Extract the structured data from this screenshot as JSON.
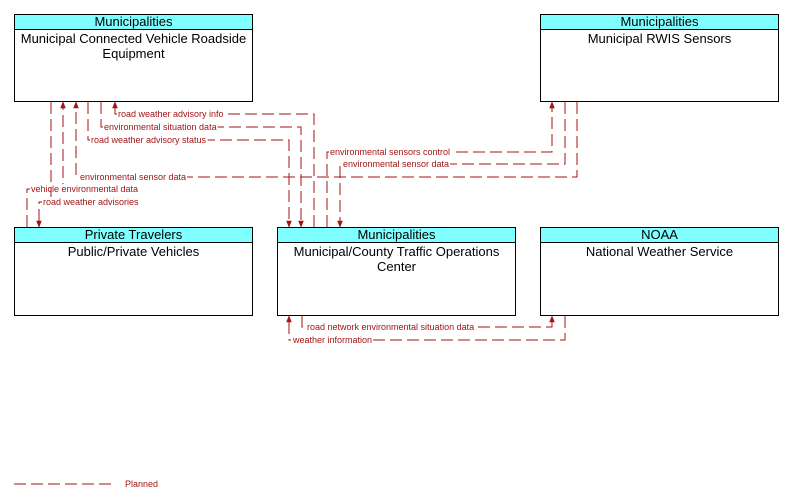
{
  "nodes": {
    "mcvre": {
      "header": "Municipalities",
      "name": "Municipal Connected Vehicle Roadside Equipment"
    },
    "rwis": {
      "header": "Municipalities",
      "name": "Municipal RWIS Sensors"
    },
    "vehicles": {
      "header": "Private Travelers",
      "name": "Public/Private Vehicles"
    },
    "tmc": {
      "header": "Municipalities",
      "name": "Municipal/County Traffic Operations Center"
    },
    "nws": {
      "header": "NOAA",
      "name": "National Weather Service"
    }
  },
  "flows": {
    "road_weather_advisory_info": "road weather advisory info",
    "environmental_situation_data": "environmental situation data",
    "road_weather_advisory_status": "road weather advisory status",
    "environmental_sensors_control": "environmental sensors control",
    "environmental_sensor_data_rwis_tmc": "environmental sensor data",
    "environmental_sensor_data_rwis_mcvre": "environmental sensor data",
    "vehicle_environmental_data": "vehicle environmental data",
    "road_weather_advisories": "road weather advisories",
    "road_network_environmental_situation_data": "road network environmental situation data",
    "weather_information": "weather information"
  },
  "legend": {
    "planned_label": "Planned"
  },
  "colors": {
    "flow": "#a31515",
    "header": "#7fffff"
  }
}
